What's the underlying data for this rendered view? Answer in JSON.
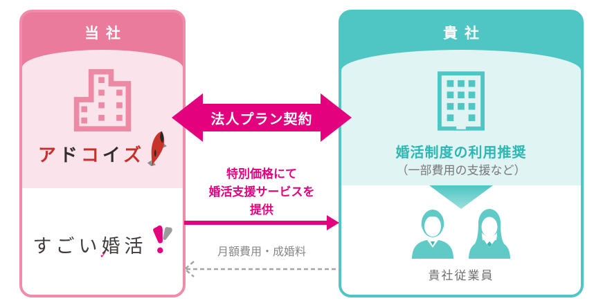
{
  "left_box": {
    "title": "当社",
    "brand_chars": [
      "ア",
      "ド",
      "コ",
      "イ",
      "ズ"
    ],
    "brand_name": "アドコイズ",
    "service_logo_text": "すごい婚活",
    "check_glyph": "✓"
  },
  "right_box": {
    "title": "貴社",
    "policy_title": "婚活制度の利用推奨",
    "policy_note": "（一部費用の支援など）",
    "employees_label": "貴社従業員"
  },
  "flows": {
    "contract_label": "法人プラン契約",
    "provide_lines": [
      "特別価格にて",
      "婚活支援サービスを",
      "提供"
    ],
    "fee_label": "月額費用・成婚料"
  },
  "icons": {
    "left_building": "building-icon",
    "right_building": "office-building-icon",
    "koi_fish": "koi-fish-icon",
    "exclamation": "heart-exclamation-icon",
    "down_triangle": "down-triangle-icon",
    "man": "male-employee-icon",
    "woman": "female-employee-icon",
    "contract_arrow": "double-headed-arrow-icon",
    "provide_arrow": "right-arrow-icon",
    "fee_arrow": "dashed-left-arrow-icon"
  },
  "colors": {
    "magenta": "#e3017d",
    "pink_header": "#ea7b9c",
    "pink_light": "#fae3ea",
    "pink_border": "#f08ca9",
    "teal_header": "#4fc6c3",
    "teal_light": "#e0f4f3",
    "teal_text": "#2eb6b2",
    "gray_text": "#787878"
  }
}
